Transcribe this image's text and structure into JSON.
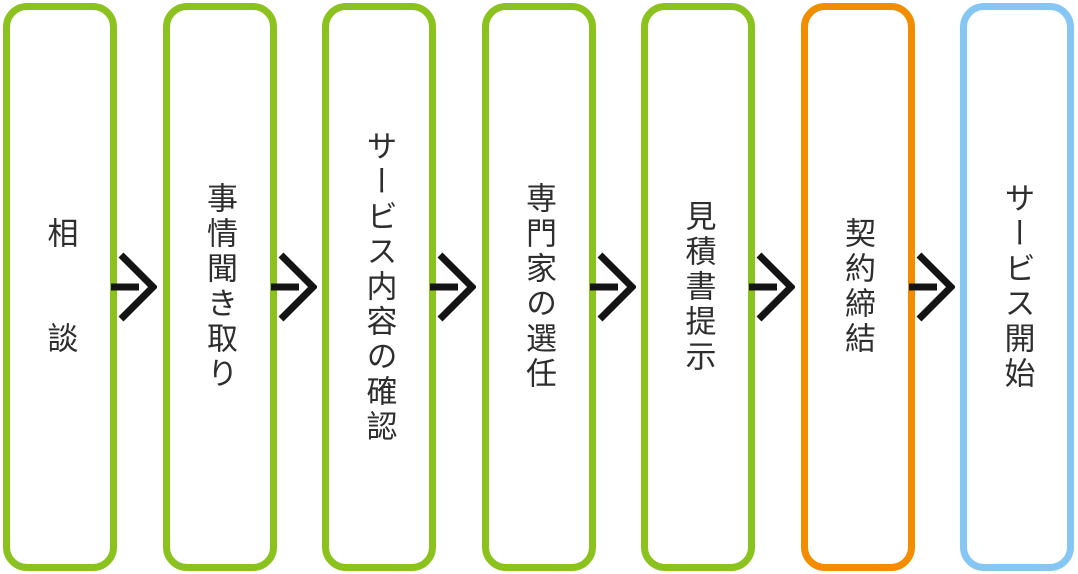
{
  "diagram": {
    "type": "horizontal-process-flow",
    "description": "Service engagement flow, seven vertical steps left to right",
    "colors": {
      "step_default_border": "#8cc21e",
      "step_contract_border": "#f28d00",
      "step_start_border": "#85c7f2",
      "box_fill": "#ffffff",
      "label_text": "#2e2e2e",
      "arrow": "#141414",
      "background": "#ffffff"
    },
    "steps": [
      {
        "label": "相　　談",
        "border_color": "step_default_border"
      },
      {
        "label": "事情聞き取り",
        "border_color": "step_default_border"
      },
      {
        "label": "サービス内容の確認",
        "border_color": "step_default_border"
      },
      {
        "label": "専門家の選任",
        "border_color": "step_default_border"
      },
      {
        "label": "見積書提示",
        "border_color": "step_default_border"
      },
      {
        "label": "契約締結",
        "border_color": "step_contract_border"
      },
      {
        "label": "サービス開始",
        "border_color": "step_start_border"
      }
    ],
    "arrow_icon": "right-chevron-arrow",
    "arrow_count": 6
  }
}
